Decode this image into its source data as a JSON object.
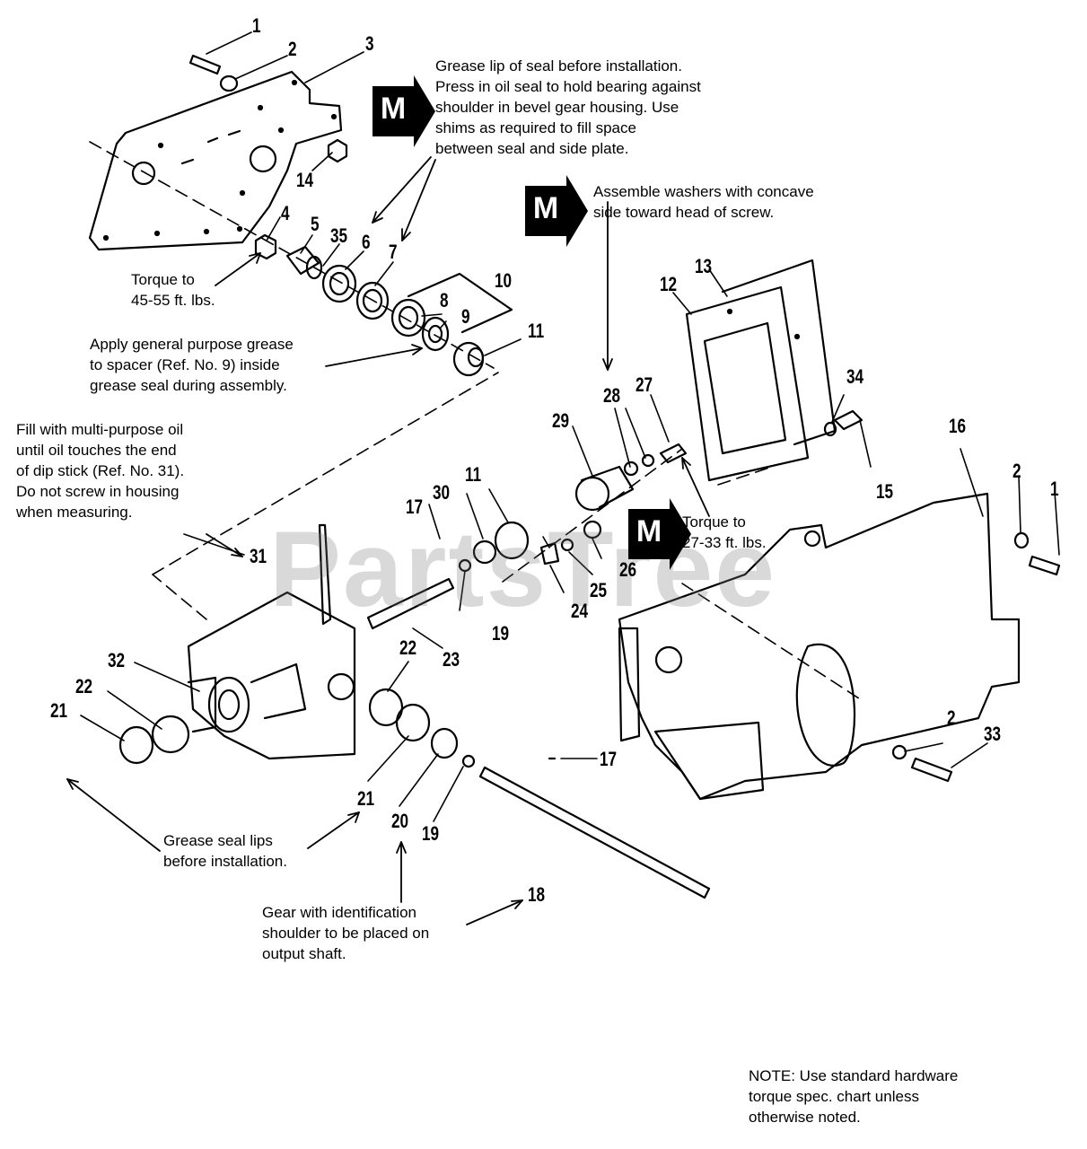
{
  "watermark": "PartsTree",
  "badge_letter": "M",
  "notes": {
    "grease_lip": "Grease lip of seal before installation.\nPress in oil seal to hold bearing against\nshoulder in bevel gear housing. Use\nshims as required to fill space\nbetween seal and side plate.",
    "washers": "Assemble washers with concave\nside toward head of screw.",
    "torque_45": "Torque to\n45-55 ft. lbs.",
    "spacer_grease": "Apply general purpose grease\nto spacer (Ref. No. 9) inside\ngrease seal during assembly.",
    "fill_oil": "Fill with multi-purpose oil\nuntil oil touches the end\nof dip stick (Ref. No. 31).\nDo not screw in housing\nwhen measuring.",
    "torque_27": "Torque to\n27-33 ft. lbs.",
    "grease_seal_lips": "Grease seal lips\nbefore installation.",
    "gear_id": "Gear with identification\nshoulder to be placed on\noutput shaft.",
    "hardware": "NOTE: Use standard hardware\ntorque spec. chart unless\notherwise noted."
  },
  "callouts": {
    "c1a": "1",
    "c2a": "2",
    "c3": "3",
    "c14": "14",
    "c4": "4",
    "c5": "5",
    "c35": "35",
    "c6": "6",
    "c7": "7",
    "c10": "10",
    "c8": "8",
    "c9": "9",
    "c11a": "11",
    "c13": "13",
    "c12": "12",
    "c34": "34",
    "c28": "28",
    "c27": "27",
    "c29": "29",
    "c15": "15",
    "c16": "16",
    "c2b": "2",
    "c1b": "1",
    "c30": "30",
    "c11b": "11",
    "c17a": "17",
    "c31": "31",
    "c26": "26",
    "c25": "25",
    "c24": "24",
    "c19a": "19",
    "c23": "23",
    "c32": "32",
    "c22a": "22",
    "c22b": "22",
    "c21a": "21",
    "c2c": "2",
    "c33": "33",
    "c17b": "17",
    "c21b": "21",
    "c20": "20",
    "c19b": "19",
    "c18": "18"
  }
}
